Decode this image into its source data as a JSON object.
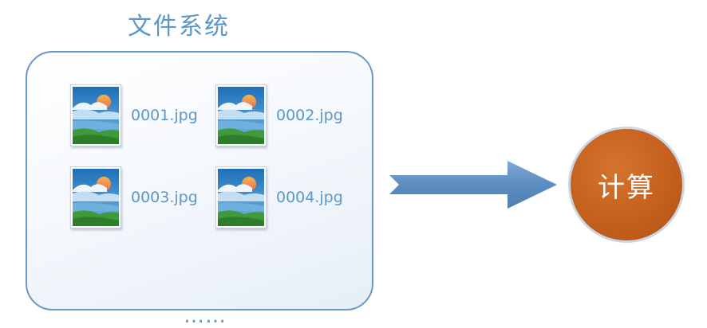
{
  "filesystem": {
    "title": "文件系统",
    "files": [
      {
        "name": "0001.jpg",
        "icon": "image-file-icon"
      },
      {
        "name": "0002.jpg",
        "icon": "image-file-icon"
      },
      {
        "name": "0003.jpg",
        "icon": "image-file-icon"
      },
      {
        "name": "0004.jpg",
        "icon": "image-file-icon"
      }
    ],
    "more": "……"
  },
  "compute": {
    "label": "计算"
  },
  "colors": {
    "text_blue": "#5b97c9",
    "box_border": "#6b97c4",
    "arrow": "#5f8fbf",
    "compute_fill": "#c5601d"
  }
}
